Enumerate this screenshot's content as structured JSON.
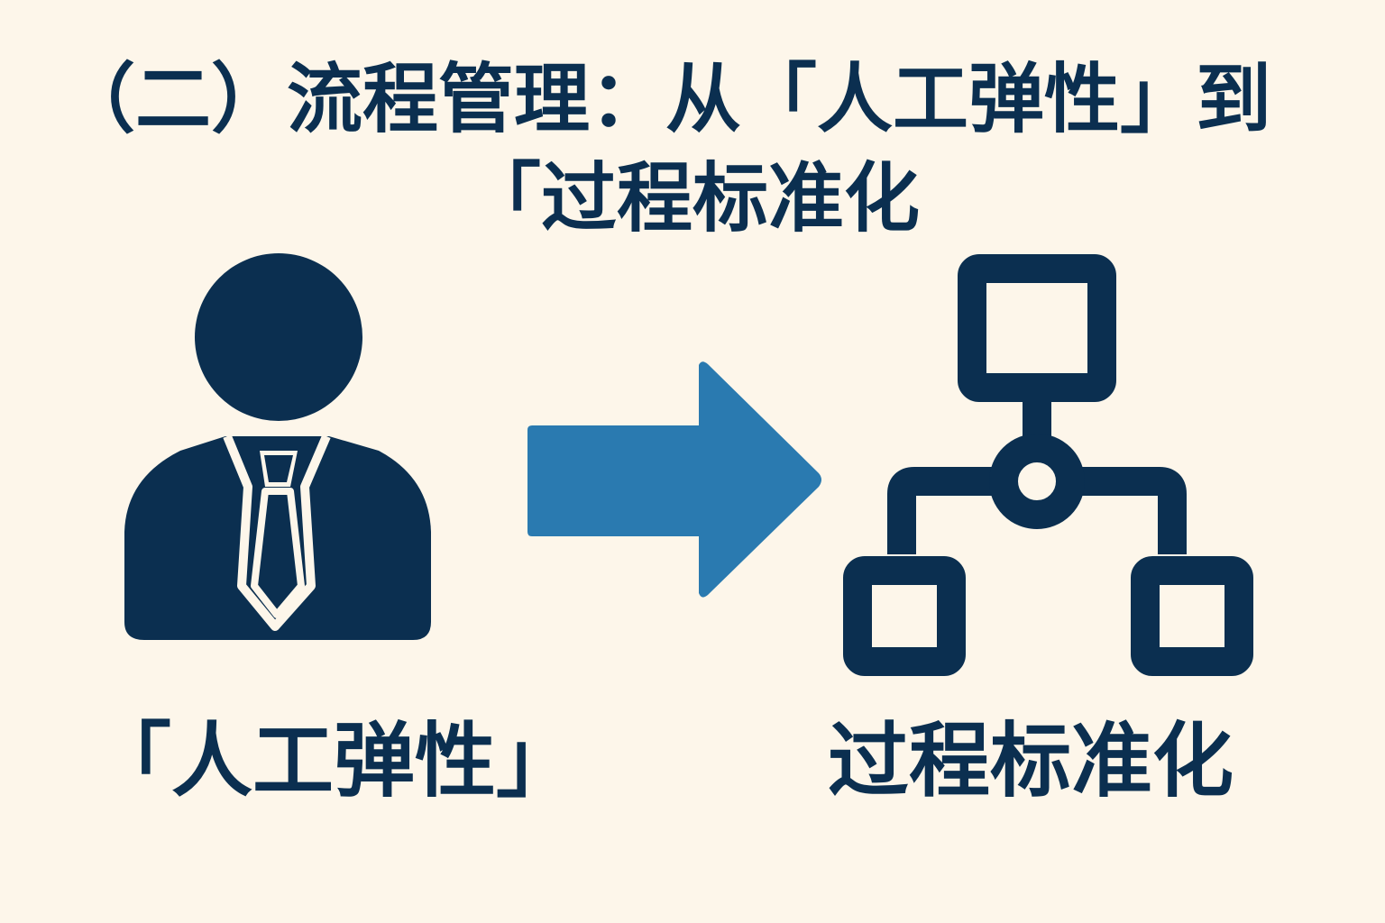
{
  "title": {
    "line1": "（二）流程管理：从「人工弹性」到",
    "line2": "「过程标准化"
  },
  "left_label": "「人工弹性」",
  "right_label": "过程标准化",
  "icons": {
    "left": "person-icon",
    "middle": "arrow-right-icon",
    "right": "flowchart-icon"
  },
  "colors": {
    "background": "#fdf6ea",
    "navy": "#0b2f50",
    "arrow": "#2a7ab0"
  }
}
